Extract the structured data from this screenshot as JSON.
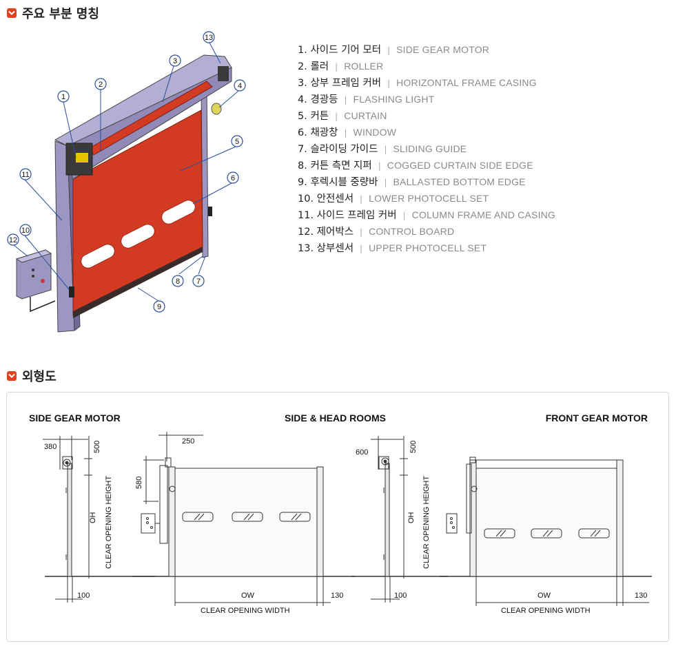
{
  "sections": {
    "parts_title": "주요 부분 명칭",
    "drawing_title": "외형도"
  },
  "parts": [
    {
      "num": "1.",
      "ko": "사이드 기어 모터",
      "en": "SIDE GEAR MOTOR"
    },
    {
      "num": "2.",
      "ko": "롤러",
      "en": "ROLLER"
    },
    {
      "num": "3.",
      "ko": "상부 프레임 커버",
      "en": "HORIZONTAL FRAME CASING"
    },
    {
      "num": "4.",
      "ko": "경광등",
      "en": "FLASHING LIGHT"
    },
    {
      "num": "5.",
      "ko": "커튼",
      "en": "CURTAIN"
    },
    {
      "num": "6.",
      "ko": "채광창",
      "en": "WINDOW"
    },
    {
      "num": "7.",
      "ko": "슬라이딩 가이드",
      "en": "SLIDING GUIDE"
    },
    {
      "num": "8.",
      "ko": "커튼 측면 지퍼",
      "en": "COGGED CURTAIN SIDE EDGE"
    },
    {
      "num": "9.",
      "ko": "후렉시블 중량바",
      "en": "BALLASTED BOTTOM EDGE"
    },
    {
      "num": "10.",
      "ko": "안전센서",
      "en": "LOWER PHOTOCELL SET"
    },
    {
      "num": "11.",
      "ko": "사이드 프레임 커버",
      "en": "COLUMN FRAME AND CASING"
    },
    {
      "num": "12.",
      "ko": "제어박스",
      "en": "CONTROL BOARD"
    },
    {
      "num": "13.",
      "ko": "상부센서",
      "en": "UPPER PHOTOCELL SET"
    }
  ],
  "callouts": [
    "1",
    "2",
    "3",
    "4",
    "5",
    "6",
    "7",
    "8",
    "9",
    "10",
    "11",
    "12",
    "13"
  ],
  "list_separator": "|",
  "drawings": {
    "side_gear_motor": {
      "title": "SIDE GEAR MOTOR",
      "dim_top": "380",
      "dim_right": "500",
      "dim_bottom": "100",
      "oh": "OH",
      "coh": "CLEAR OPENING HEIGHT"
    },
    "side_head_rooms": {
      "title": "SIDE & HEAD ROOMS",
      "dim_top": "250",
      "dim_left": "580",
      "ow": "OW",
      "dim_right_bottom": "130",
      "cow": "CLEAR OPENING WIDTH"
    },
    "front_side": {
      "dim_top": "600",
      "dim_right": "500",
      "dim_bottom": "100",
      "oh": "OH",
      "coh": "CLEAR OPENING HEIGHT"
    },
    "front_gear_motor": {
      "title": "FRONT GEAR MOTOR",
      "ow": "OW",
      "dim_right_bottom": "130",
      "cow": "CLEAR OPENING WIDTH"
    }
  },
  "colors": {
    "accent": "#e0421f",
    "curtain": "#d33a22",
    "frame": "#9c97c2",
    "frame_dark": "#6f6a99"
  },
  "icons": {
    "section_marker": "chevron-down-icon"
  }
}
